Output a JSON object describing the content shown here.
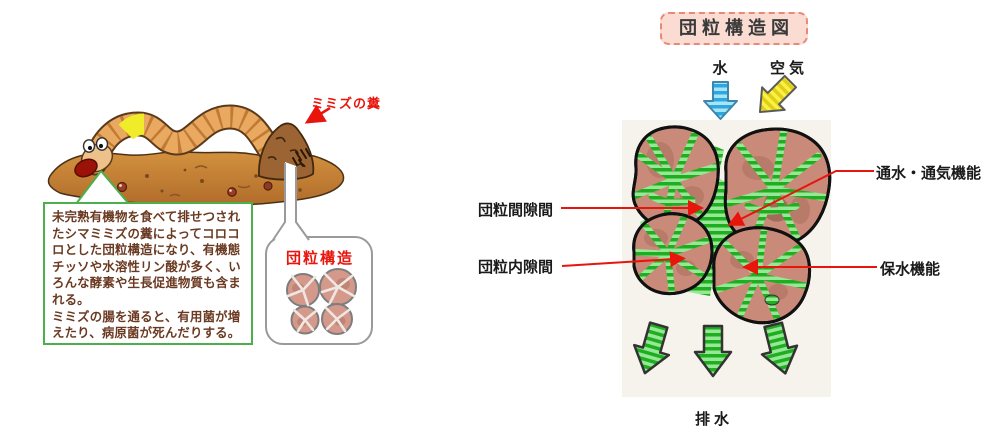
{
  "left_panel": {
    "castings_label": "ミミズの糞",
    "speech_box_text": "未完熟有機物を食べて排せつされ\nたシマミミズの糞によってコロコ\nロとした団粒構造になり、有機態\nチッソや水溶性リン酸が多く、い\nろんな酵素や生長促進物質も含ま\nれる。\nミミズの腸を通ると、有用菌が増\nえたり、病原菌が死んだりする。",
    "callout_title": "団粒構造",
    "icons": {
      "worm": "earthworm-cartoon",
      "castings_mound": "worm-castings-mound",
      "castings_arrow": "red-arrow-down-left",
      "mini_aggregates": "aggregate-cluster"
    }
  },
  "right_panel": {
    "title": "団粒構造図",
    "water_label": "水",
    "air_label": "空気",
    "drainage_label": "排水",
    "labels": {
      "inter_aggregate_space": "団粒間隙間",
      "intra_aggregate_space": "団粒内隙間",
      "permeability_function": "通水・通気機能",
      "water_retention_function": "保水機能"
    },
    "icons": {
      "water_arrow": "blue-down-arrow",
      "air_arrow": "yellow-diagonal-down-left-arrow",
      "drainage_arrows": "three-green-down-arrows",
      "leader_lines": "red-pointer-lines"
    }
  },
  "colors": {
    "red_accent": "#e8150d",
    "speech_border_green": "#4daf4c",
    "title_bg_pink": "#fadcd2",
    "title_border_salmon": "#e78a78",
    "aggregate_pink": "#c98a79",
    "channel_green": "#2db52d",
    "water_blue": "#2da7dc",
    "air_yellow": "#f4e72e",
    "soil_brown": "#c5863d",
    "body_text_brown": "#6b3a22",
    "panel_bg": "#f6f3ec"
  }
}
